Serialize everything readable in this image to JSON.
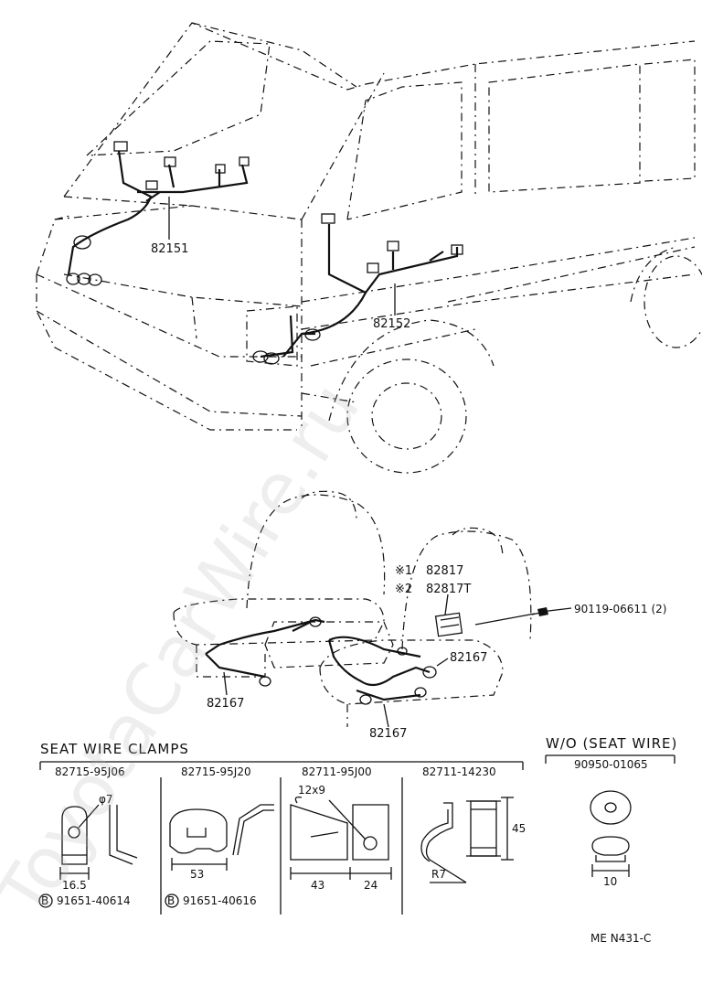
{
  "vehicle_section": {
    "labels": [
      "82151",
      "82152"
    ]
  },
  "seat_section": {
    "note1_mark": "※1",
    "note1_part": "82817",
    "note2_mark": "※2",
    "note2_part": "82817T",
    "bolt_part": "90119-06611 (2)",
    "harness_part": "82167"
  },
  "clamps": {
    "title": "SEAT WIRE CLAMPS",
    "columns": [
      {
        "part": "82715-95J06",
        "dim1": "φ7",
        "dim2": "16.5",
        "sub_mark": "B",
        "sub_part": "91651-40614"
      },
      {
        "part": "82715-95J20",
        "dim1": "53",
        "sub_mark": "B",
        "sub_part": "91651-40616"
      },
      {
        "part": "82711-95J00",
        "dim1": "12x9",
        "dim2": "43",
        "dim3": "24"
      },
      {
        "part": "82711-14230",
        "dim1": "45",
        "dim2": "R7"
      }
    ]
  },
  "wo_section": {
    "title": "W/O (SEAT WIRE)",
    "part": "90950-01065",
    "dim": "10"
  },
  "footer": {
    "code": "ME N431-C"
  },
  "watermark": "ToyotaCarWire.ru"
}
